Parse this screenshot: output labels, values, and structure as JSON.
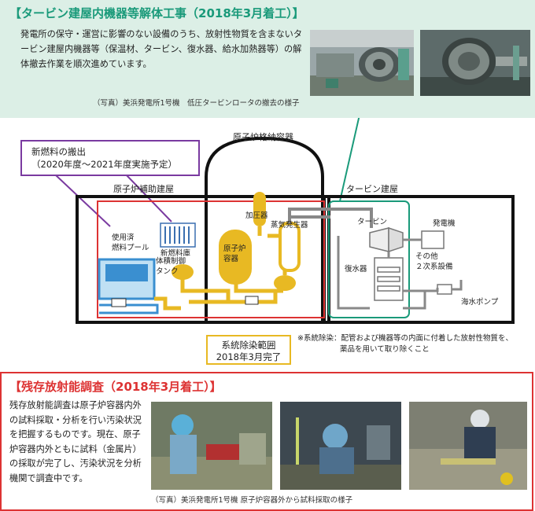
{
  "top_section": {
    "title": "【タービン建屋内機器等解体工事（2018年3月着工）】",
    "description": "発電所の保守・運営に影響のない設備のうち、放射性物質を含まないタービン建屋内機器等（保温材、タービン、復水器、給水加熱器等）の解体撤去作業を順次進めています。",
    "photo_caption": "（写真）美浜発電所1号機　低圧タービンロータの撤去の様子"
  },
  "diagram": {
    "containment_label": "原子炉格納容器",
    "aux_building_label": "原子炉補助建屋",
    "turbine_building_label": "タービン建屋",
    "fuel_box": {
      "title": "新燃料の搬出",
      "subtitle": "（2020年度～2021年度実施予定）"
    },
    "components": {
      "spent_fuel_pool": [
        "使用済",
        "燃料プール"
      ],
      "new_fuel_storage": "新燃料庫",
      "volume_control_tank": [
        "体積制御",
        "タンク"
      ],
      "pressurizer": "加圧器",
      "steam_generator": "蒸気発生器",
      "reactor_vessel": [
        "原子炉",
        "容器"
      ],
      "turbine": "タービン",
      "generator": "発電機",
      "condenser": "復水器",
      "secondary_systems": [
        "その他",
        "２次系設備"
      ],
      "seawater_pump": "海水ポンプ"
    },
    "decon_box": {
      "range": "系統除染範囲",
      "completed": "2018年3月完了"
    },
    "footnote": {
      "line1": "※系統除染：配管および機器等の内面に付着した放射性物質を、",
      "line2": "薬品を用いて取り除くこと"
    }
  },
  "bottom_section": {
    "title": "【残存放射能調査（2018年3月着工）】",
    "description": "残存放射能調査は原子炉容器内外の試料採取・分析を行い汚染状況を把握するものです。現在、原子炉容器内外ともに試料（金属片）の採取が完了し、汚染状況を分析機関で調査中です。",
    "photo_caption": "（写真）美浜発電所1号機 原子炉容器外から試料採取の様子"
  },
  "colors": {
    "top_accent": "#1a9a7a",
    "top_background": "#dcefe6",
    "bottom_accent": "#d33333",
    "fuel_box_border": "#7a3aa0",
    "decon_box_border": "#e8b923",
    "reactor_system": "#e8b923",
    "spent_fuel_pool": "#3a8fd0",
    "turbine_building_border": "#1a9a7a"
  }
}
